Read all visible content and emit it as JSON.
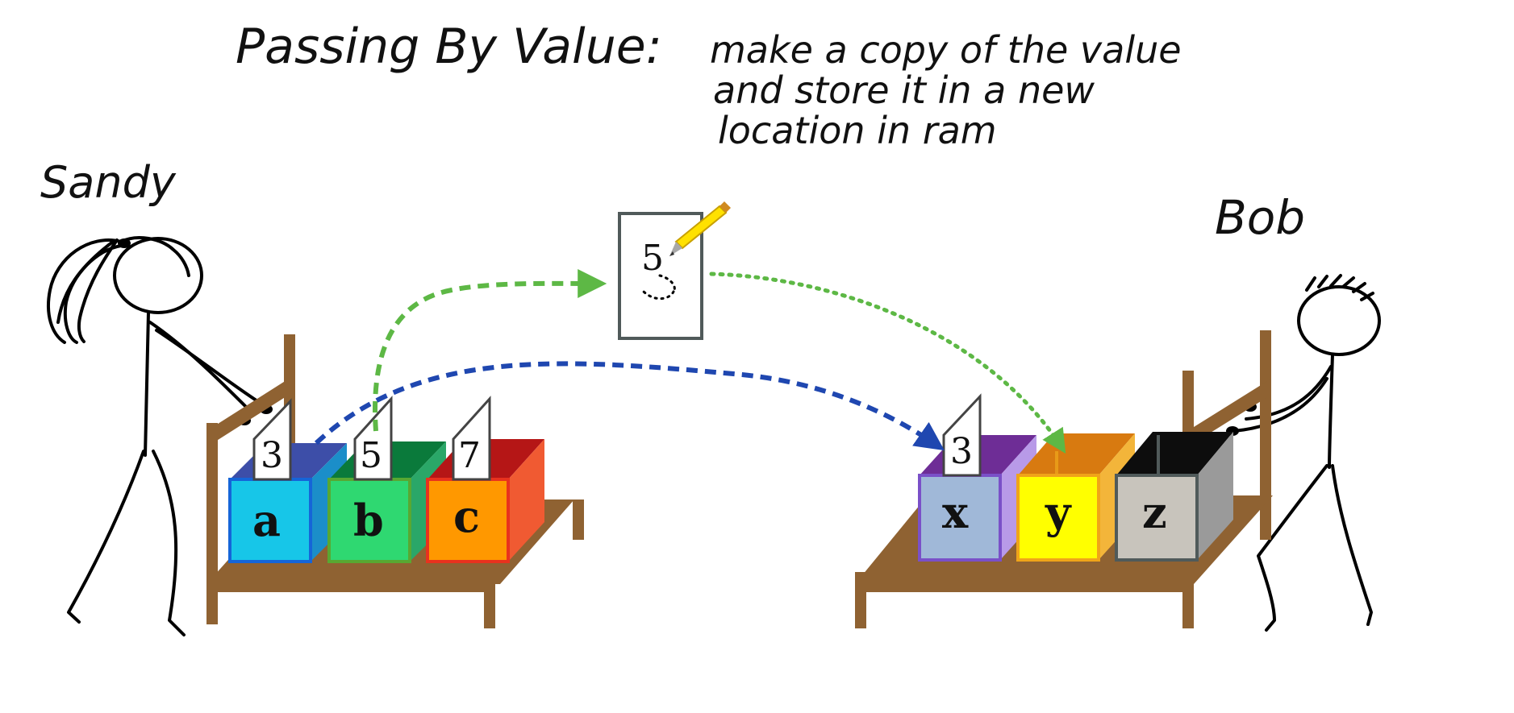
{
  "title": {
    "heading": "Passing By Value:",
    "line1": "make a copy of the value",
    "line2": "and store it in a new",
    "line3": "location in ram"
  },
  "people": {
    "left": "Sandy",
    "right": "Bob"
  },
  "left_boxes": [
    {
      "label": "a",
      "value": "3"
    },
    {
      "label": "b",
      "value": "5"
    },
    {
      "label": "c",
      "value": "7"
    }
  ],
  "right_boxes": [
    {
      "label": "x",
      "value": "3"
    },
    {
      "label": "y",
      "value": ""
    },
    {
      "label": "z",
      "value": ""
    }
  ],
  "copy_card": {
    "value": "5"
  },
  "colors": {
    "table": "#8f6232",
    "box_a": "#17c6e8",
    "box_b": "#2fd871",
    "box_c": "#ff9800",
    "box_x": "#a0b8d8",
    "box_y": "#ffff00",
    "box_z": "#c8c4bc",
    "arrow_blue": "#1f47b0",
    "arrow_green": "#5db845"
  }
}
